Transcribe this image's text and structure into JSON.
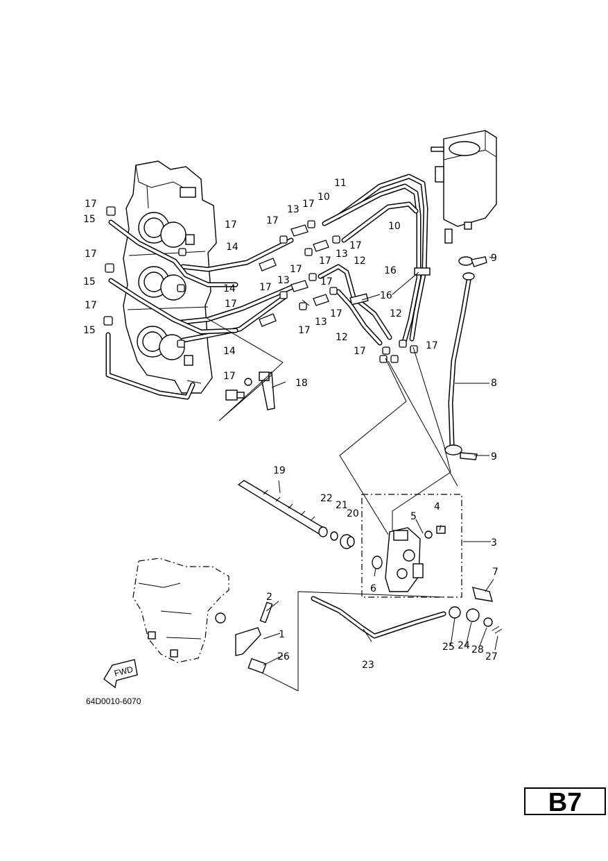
{
  "diagram": {
    "drawing_code": "64D0010-6070",
    "fwd_label": "FWD",
    "page_tag": "B7",
    "callouts": {
      "c1": "1",
      "c2": "2",
      "c3": "3",
      "c4": "4",
      "c5": "5",
      "c6": "6",
      "c7": "7",
      "c8": "8",
      "c9a": "9",
      "c9b": "9",
      "c10a": "10",
      "c10b": "10",
      "c11": "11",
      "c12a": "12",
      "c12b": "12",
      "c12c": "12",
      "c13a": "13",
      "c13b": "13",
      "c13c": "13",
      "c13d": "13",
      "c14a": "14",
      "c14b": "14",
      "c14c": "14",
      "c15a": "15",
      "c15b": "15",
      "c15c": "15",
      "c16a": "16",
      "c16b": "16",
      "c17a": "17",
      "c17b": "17",
      "c17c": "17",
      "c17d": "17",
      "c17e": "17",
      "c17f": "17",
      "c17g": "17",
      "c17h": "17",
      "c17i": "17",
      "c17j": "17",
      "c17k": "17",
      "c17l": "17",
      "c17m": "17",
      "c17n": "17",
      "c17o": "17",
      "c17p": "17",
      "c17q": "17",
      "c18": "18",
      "c19": "19",
      "c20": "20",
      "c21": "21",
      "c22": "22",
      "c23": "23",
      "c24": "24",
      "c25": "25",
      "c26": "26",
      "c27": "27",
      "c28": "28"
    }
  }
}
